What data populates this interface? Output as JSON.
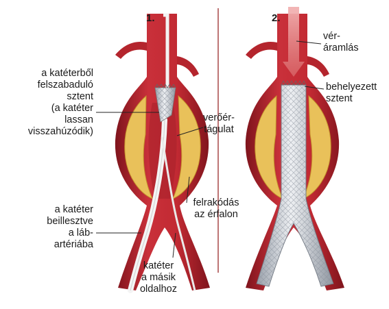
{
  "panels": [
    {
      "number": "1."
    },
    {
      "number": "2."
    }
  ],
  "labels": {
    "released_stent": "a katéterből\nfelszabaduló\nsztent\n(a katéter\nlassan\nvisszahúzódik)",
    "catheter_inserted": "a katéter\nbeillesztve\na láb-\nartériába",
    "aneurysm": "verőér-\ntágulat",
    "deposit": "felrakódás\naz érfalon",
    "catheter_other_side": "katéter\na másik\noldalhoz",
    "blood_flow": "vér-\náramlás",
    "placed_stent": "behelyezett\nsztent"
  },
  "colors": {
    "artery": "#c0282f",
    "artery_dark": "#8e1a22",
    "deposit": "#e9c15a",
    "stent": "#c9ced6",
    "divider": "#9a2a2a",
    "leader": "#222222"
  }
}
